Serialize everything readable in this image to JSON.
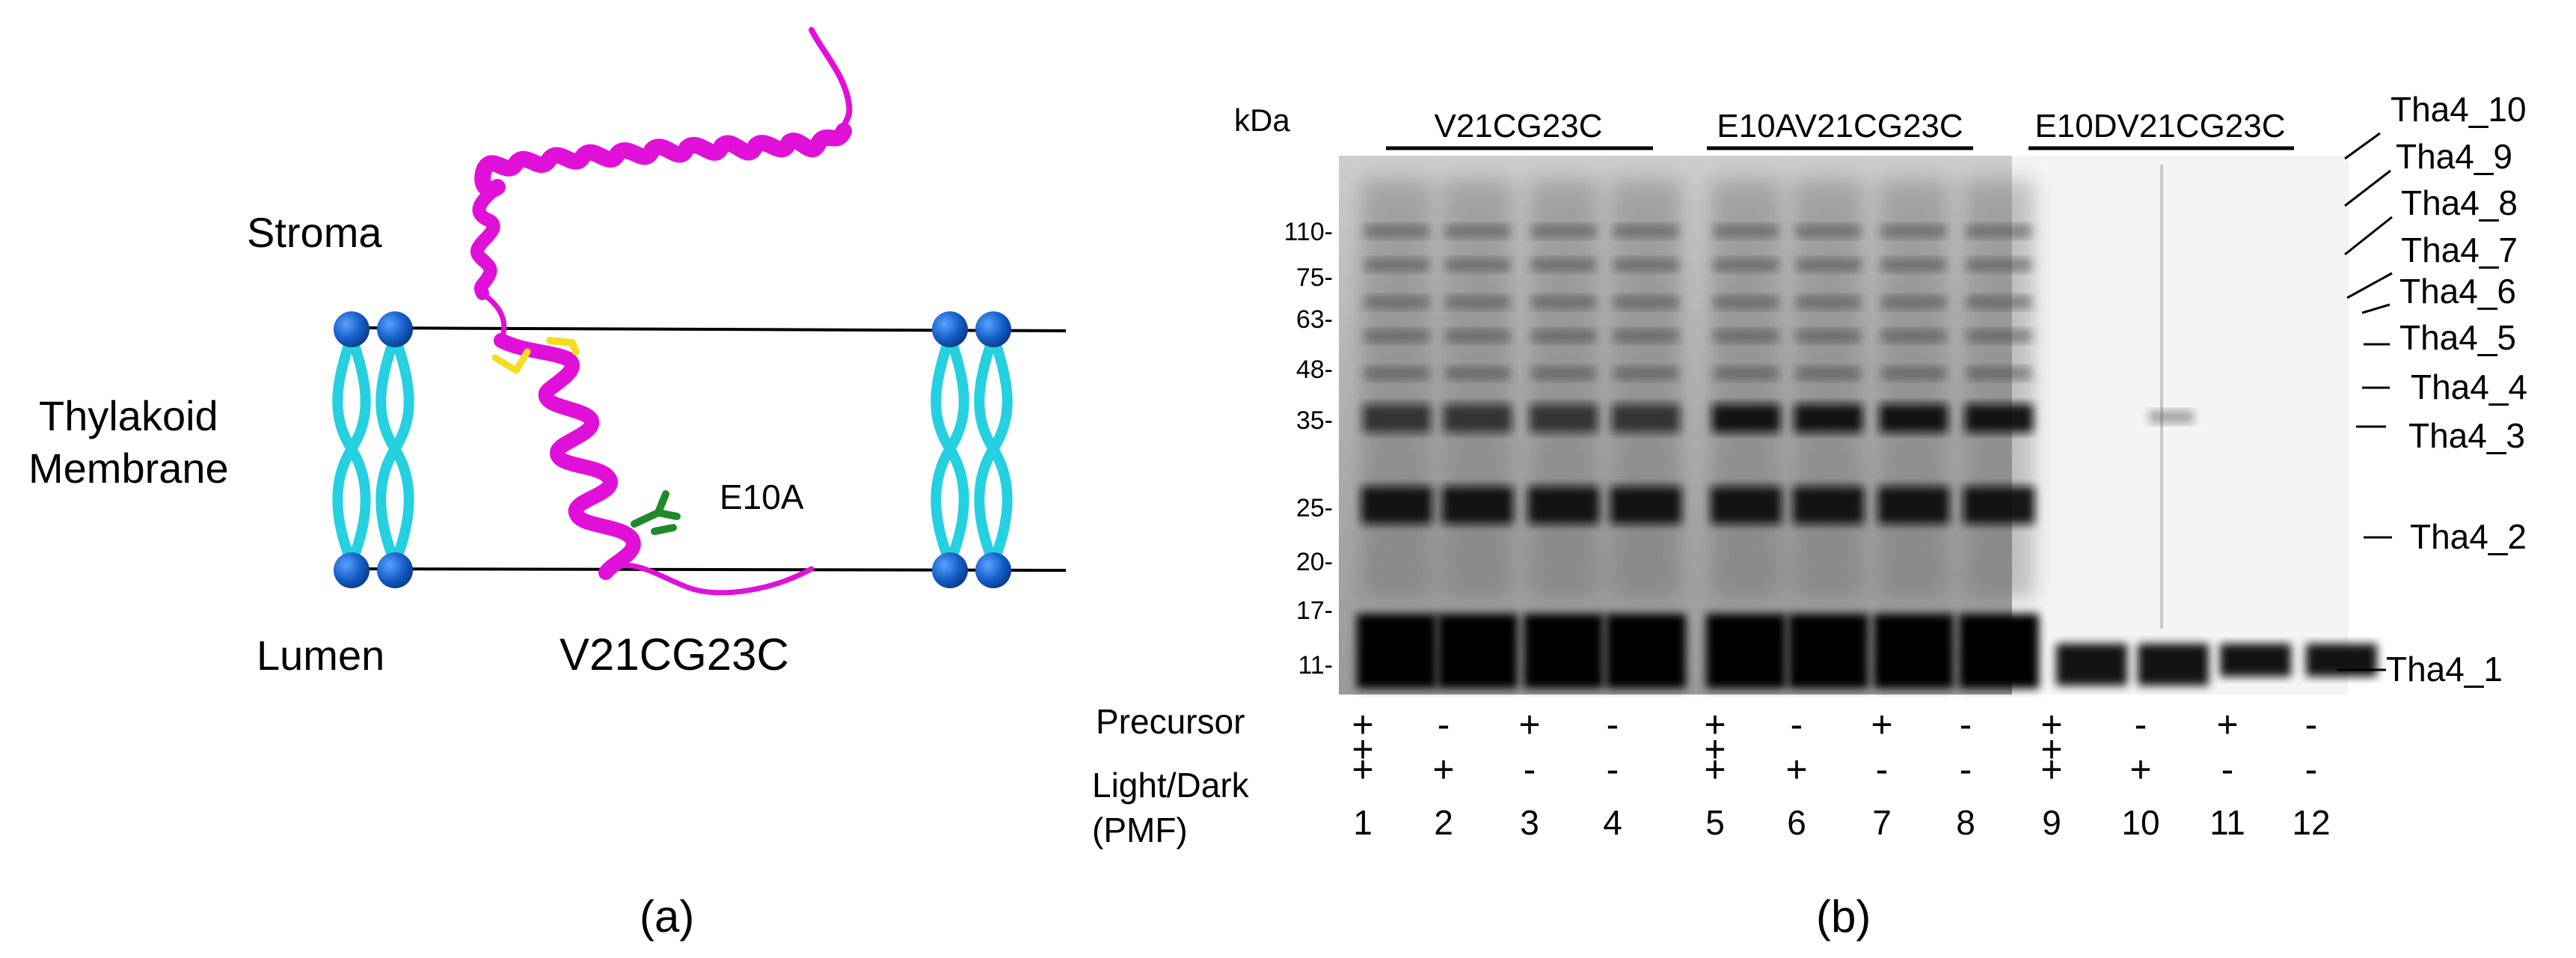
{
  "panel_a": {
    "caption": "(a)",
    "stroma_label": "Stroma",
    "membrane_label_line1": "Thylakoid",
    "membrane_label_line2": "Membrane",
    "lumen_label": "Lumen",
    "mutation_label": "E10A",
    "construct_label": "V21CG23C",
    "colors": {
      "helix": "#e010d8",
      "lipid_head": "#1560c8",
      "lipid_tail": "#25d0e0",
      "residue_yellow": "#f0e020",
      "residue_green": "#1e8a2a"
    }
  },
  "panel_b": {
    "caption": "(b)",
    "kda_label": "kDa",
    "groups": [
      "V21CG23C",
      "E10AV21CG23C",
      "E10DV21CG23C"
    ],
    "mw_markers": [
      "110-",
      "75-",
      "63-",
      "48-",
      "35-",
      "25-",
      "20-",
      "17-",
      "11-"
    ],
    "band_labels": [
      "Tha4_10",
      "Tha4_9",
      "Tha4_8",
      "Tha4_7",
      "Tha4_6",
      "Tha4_5",
      "Tha4_4",
      "Tha4_3",
      "Tha4_2",
      "Tha4_1"
    ],
    "row_precursor_label": "Precursor",
    "row_light_label_line1": "Light/Dark",
    "row_light_label_line2": "(PMF)",
    "precursor_signs": [
      "+",
      "-",
      "+",
      "-",
      "+",
      "-",
      "+",
      "-",
      "+",
      "-",
      "+",
      "-"
    ],
    "light_signs": [
      "+",
      "+",
      "-",
      "-",
      "+",
      "+",
      "-",
      "-",
      "+",
      "+",
      "-",
      "-"
    ],
    "lane_numbers": [
      "1",
      "2",
      "3",
      "4",
      "5",
      "6",
      "7",
      "8",
      "9",
      "10",
      "11",
      "12"
    ]
  }
}
